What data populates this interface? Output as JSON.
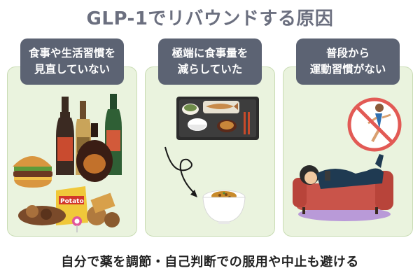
{
  "title": "GLP-1でリバウンドする原因",
  "panels": [
    {
      "line1": "食事や生活習慣を",
      "line2": "見直していない"
    },
    {
      "line1": "極端に食事量を",
      "line2": "減らしていた"
    },
    {
      "line1": "普段から",
      "line2": "運動習慣がない"
    }
  ],
  "snack_bag_text": "Potato",
  "footer": "自分で薬を調節・自己判断での服用や中止も避ける",
  "colors": {
    "title": "#6b6f7f",
    "panel_bg": "#eaf3de",
    "label_bg": "#5c6373"
  }
}
